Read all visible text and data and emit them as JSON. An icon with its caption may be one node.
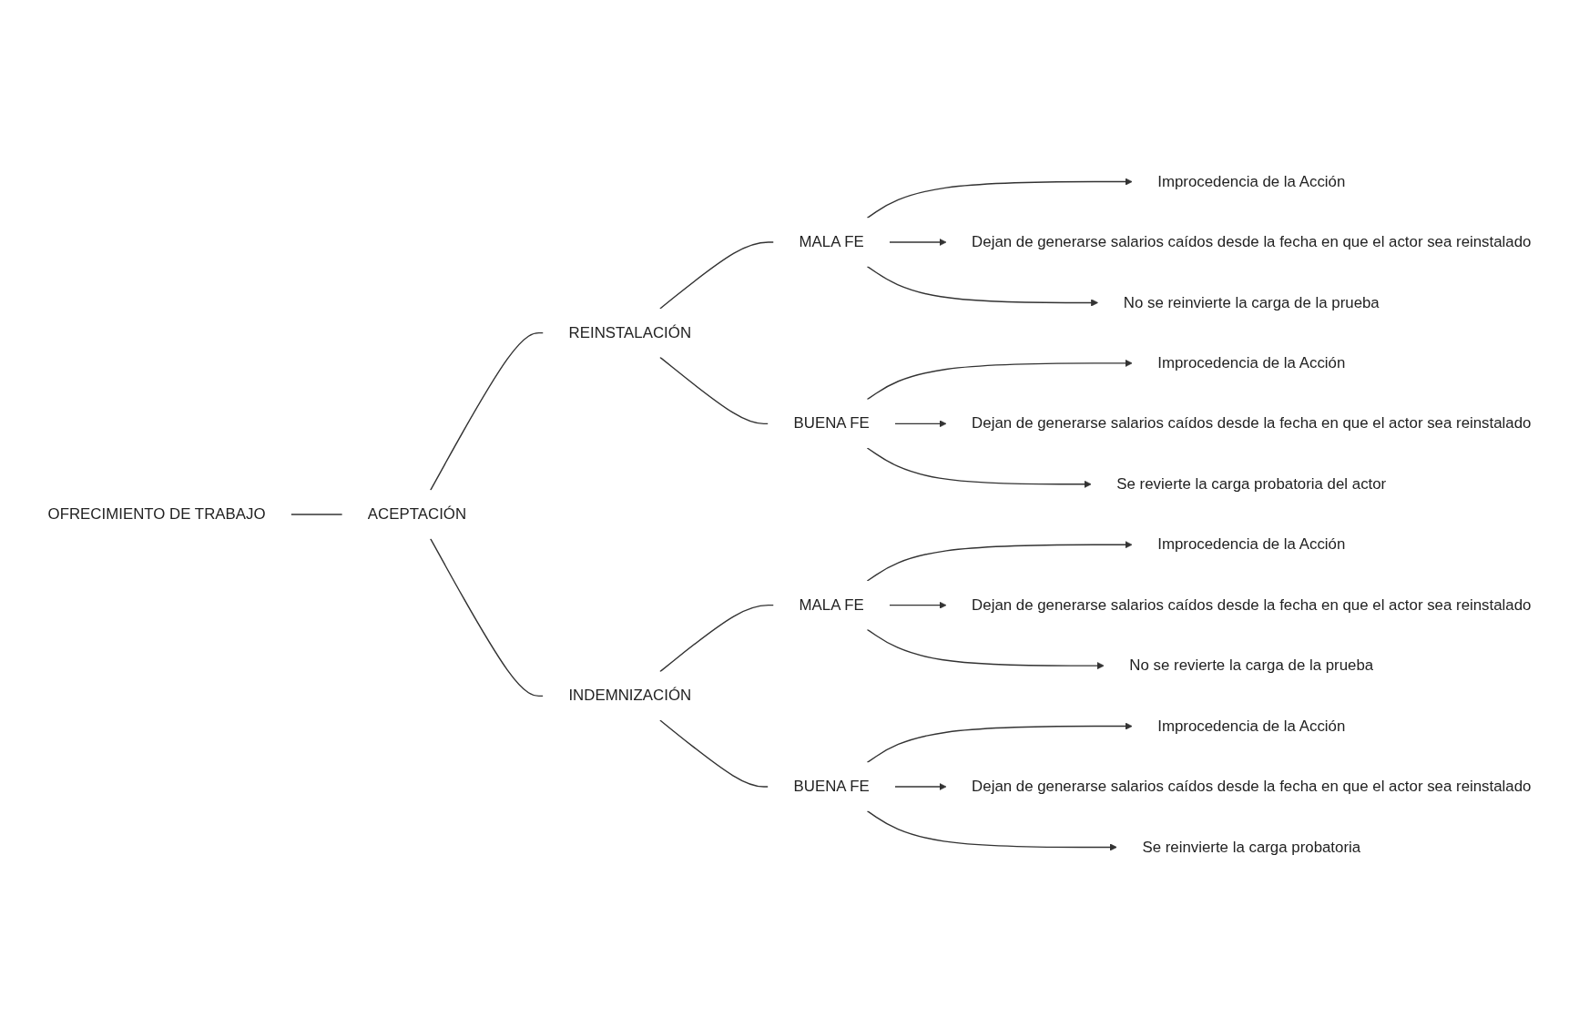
{
  "diagram": {
    "nodes": [
      {
        "text": [
          "OFRECIMIENTO DE TRABAJO"
        ]
      },
      {
        "text": [
          "ACEPTACIÓN"
        ]
      },
      {
        "text": [
          "REINSTALACIÓN"
        ]
      },
      {
        "text": [
          "MALA FE"
        ]
      },
      {
        "text": [
          "Improcedencia de la Acción"
        ]
      },
      {
        "text": [
          "Dejan de generarse salarios caídos desde la fecha en que el actor sea reinstalado"
        ]
      },
      {
        "text": [
          "No se reinvierte la carga de la prueba"
        ]
      },
      {
        "text": [
          "BUENA FE"
        ]
      },
      {
        "text": [
          "Improcedencia de la Acción"
        ]
      },
      {
        "text": [
          "Dejan de generarse salarios caídos desde la fecha en que el actor sea reinstalado"
        ]
      },
      {
        "text": [
          "Se revierte la carga probatoria del actor"
        ]
      },
      {
        "text": [
          "INDEMNIZACIÓN"
        ]
      },
      {
        "text": [
          "MALA FE"
        ]
      },
      {
        "text": [
          "Improcedencia de la Acción"
        ]
      },
      {
        "text": [
          "Dejan de generarse salarios caídos desde la fecha en que el actor sea reinstalado"
        ]
      },
      {
        "text": [
          "No se revierte la carga de la prueba"
        ]
      },
      {
        "text": [
          "BUENA FE"
        ]
      },
      {
        "text": [
          "Improcedencia de la Acción"
        ]
      },
      {
        "text": [
          "Dejan de generarse salarios caídos desde la fecha en que el actor sea reinstalado"
        ]
      },
      {
        "text": [
          "Se reinvierte la carga probatoria"
        ]
      }
    ],
    "edges": [
      {
        "from": 0,
        "to": 1,
        "arrow": "none"
      },
      {
        "from": 1,
        "to": 2,
        "arrow": "none"
      },
      {
        "from": 1,
        "to": 11,
        "arrow": "none"
      },
      {
        "from": 2,
        "to": 3,
        "arrow": "none"
      },
      {
        "from": 2,
        "to": 7,
        "arrow": "none"
      },
      {
        "from": 11,
        "to": 12,
        "arrow": "none"
      },
      {
        "from": 11,
        "to": 16,
        "arrow": "none"
      },
      {
        "from": 3,
        "to": 4,
        "arrow": "to"
      },
      {
        "from": 3,
        "to": 5,
        "arrow": "to"
      },
      {
        "from": 3,
        "to": 6,
        "arrow": "to"
      },
      {
        "from": 7,
        "to": 8,
        "arrow": "to"
      },
      {
        "from": 7,
        "to": 9,
        "arrow": "to"
      },
      {
        "from": 7,
        "to": 10,
        "arrow": "to"
      },
      {
        "from": 12,
        "to": 13,
        "arrow": "to"
      },
      {
        "from": 12,
        "to": 14,
        "arrow": "to"
      },
      {
        "from": 12,
        "to": 15,
        "arrow": "to"
      },
      {
        "from": 16,
        "to": 17,
        "arrow": "to"
      },
      {
        "from": 16,
        "to": 18,
        "arrow": "to"
      },
      {
        "from": 16,
        "to": 19,
        "arrow": "to"
      }
    ]
  }
}
